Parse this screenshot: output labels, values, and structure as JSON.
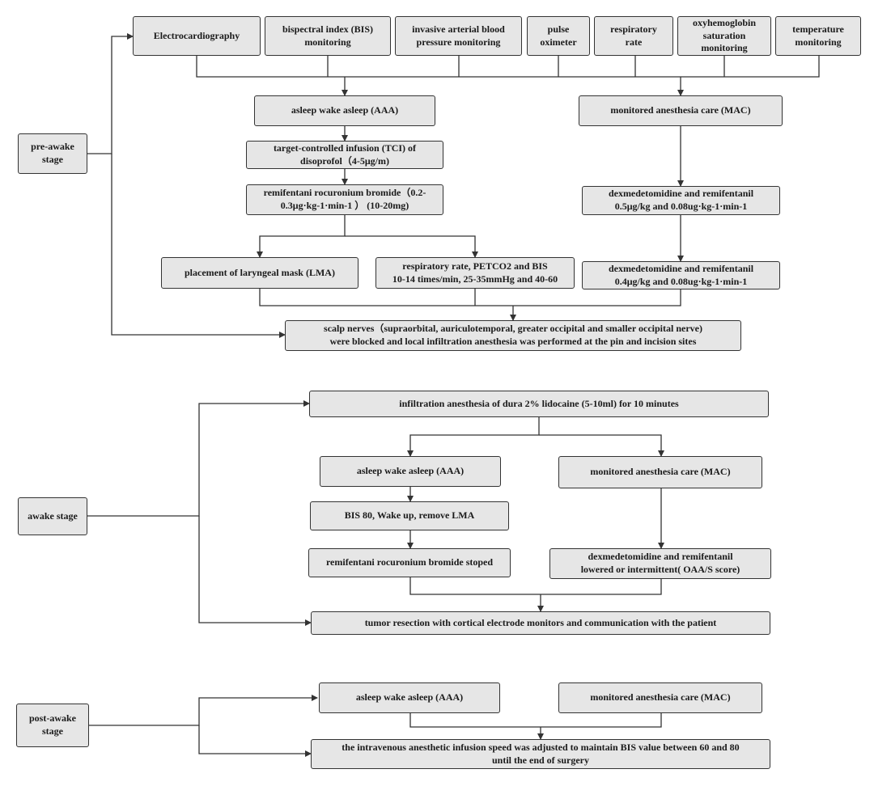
{
  "colors": {
    "box_fill": "#e6e6e6",
    "box_border": "#333333",
    "line": "#333333",
    "text": "#1a1a1a"
  },
  "stages": {
    "pre_awake": "pre-awake\nstage",
    "awake": "awake stage",
    "post_awake": "post-awake\nstage"
  },
  "pre": {
    "monitors": [
      "Electrocardiography",
      "bispectral index (BIS)\nmonitoring",
      "invasive arterial blood\npressure monitoring",
      "pulse\noximeter",
      "respiratory\nrate",
      "oxyhemoglobin\nsaturation\nmonitoring",
      "temperature\nmonitoring"
    ],
    "aaa": "asleep wake asleep (AAA)",
    "mac": "monitored anesthesia care (MAC)",
    "tci": "target-controlled infusion (TCI) of\ndisoprofol（4-5μg/m)",
    "remi": "remifentani rocuronium bromide（0.2-\n0.3μg·kg-1·min-1 ） (10-20mg)",
    "lma": "placement of laryngeal mask (LMA)",
    "resp": "respiratory rate, PETCO2 and BIS\n10-14 times/min, 25-35mmHg and 40-60",
    "dex1": "dexmedetomidine and remifentanil\n0.5μg/kg and 0.08ug·kg-1·min-1",
    "dex2": "dexmedetomidine and remifentanil\n0.4μg/kg and 0.08ug·kg-1·min-1",
    "scalp": "scalp nerves（supraorbital, auriculotemporal, greater occipital and smaller occipital nerve)\nwere blocked and local infiltration anesthesia was performed at the pin and incision sites"
  },
  "awake": {
    "dura": "infiltration anesthesia of dura 2% lidocaine (5-10ml) for 10 minutes",
    "aaa": "asleep wake asleep (AAA)",
    "mac": "monitored anesthesia care (MAC)",
    "bis": "BIS 80, Wake up, remove LMA",
    "stoped": "remifentani rocuronium bromide stoped",
    "dex": "dexmedetomidine and remifentanil\nlowered or intermittent( OAA/S score)",
    "tumor": "tumor resection with cortical electrode monitors and communication with the patient"
  },
  "post": {
    "aaa": "asleep wake asleep (AAA)",
    "mac": "monitored anesthesia care (MAC)",
    "final": "the intravenous anesthetic infusion speed was adjusted to maintain BIS value between 60 and 80\nuntil the end of surgery"
  }
}
